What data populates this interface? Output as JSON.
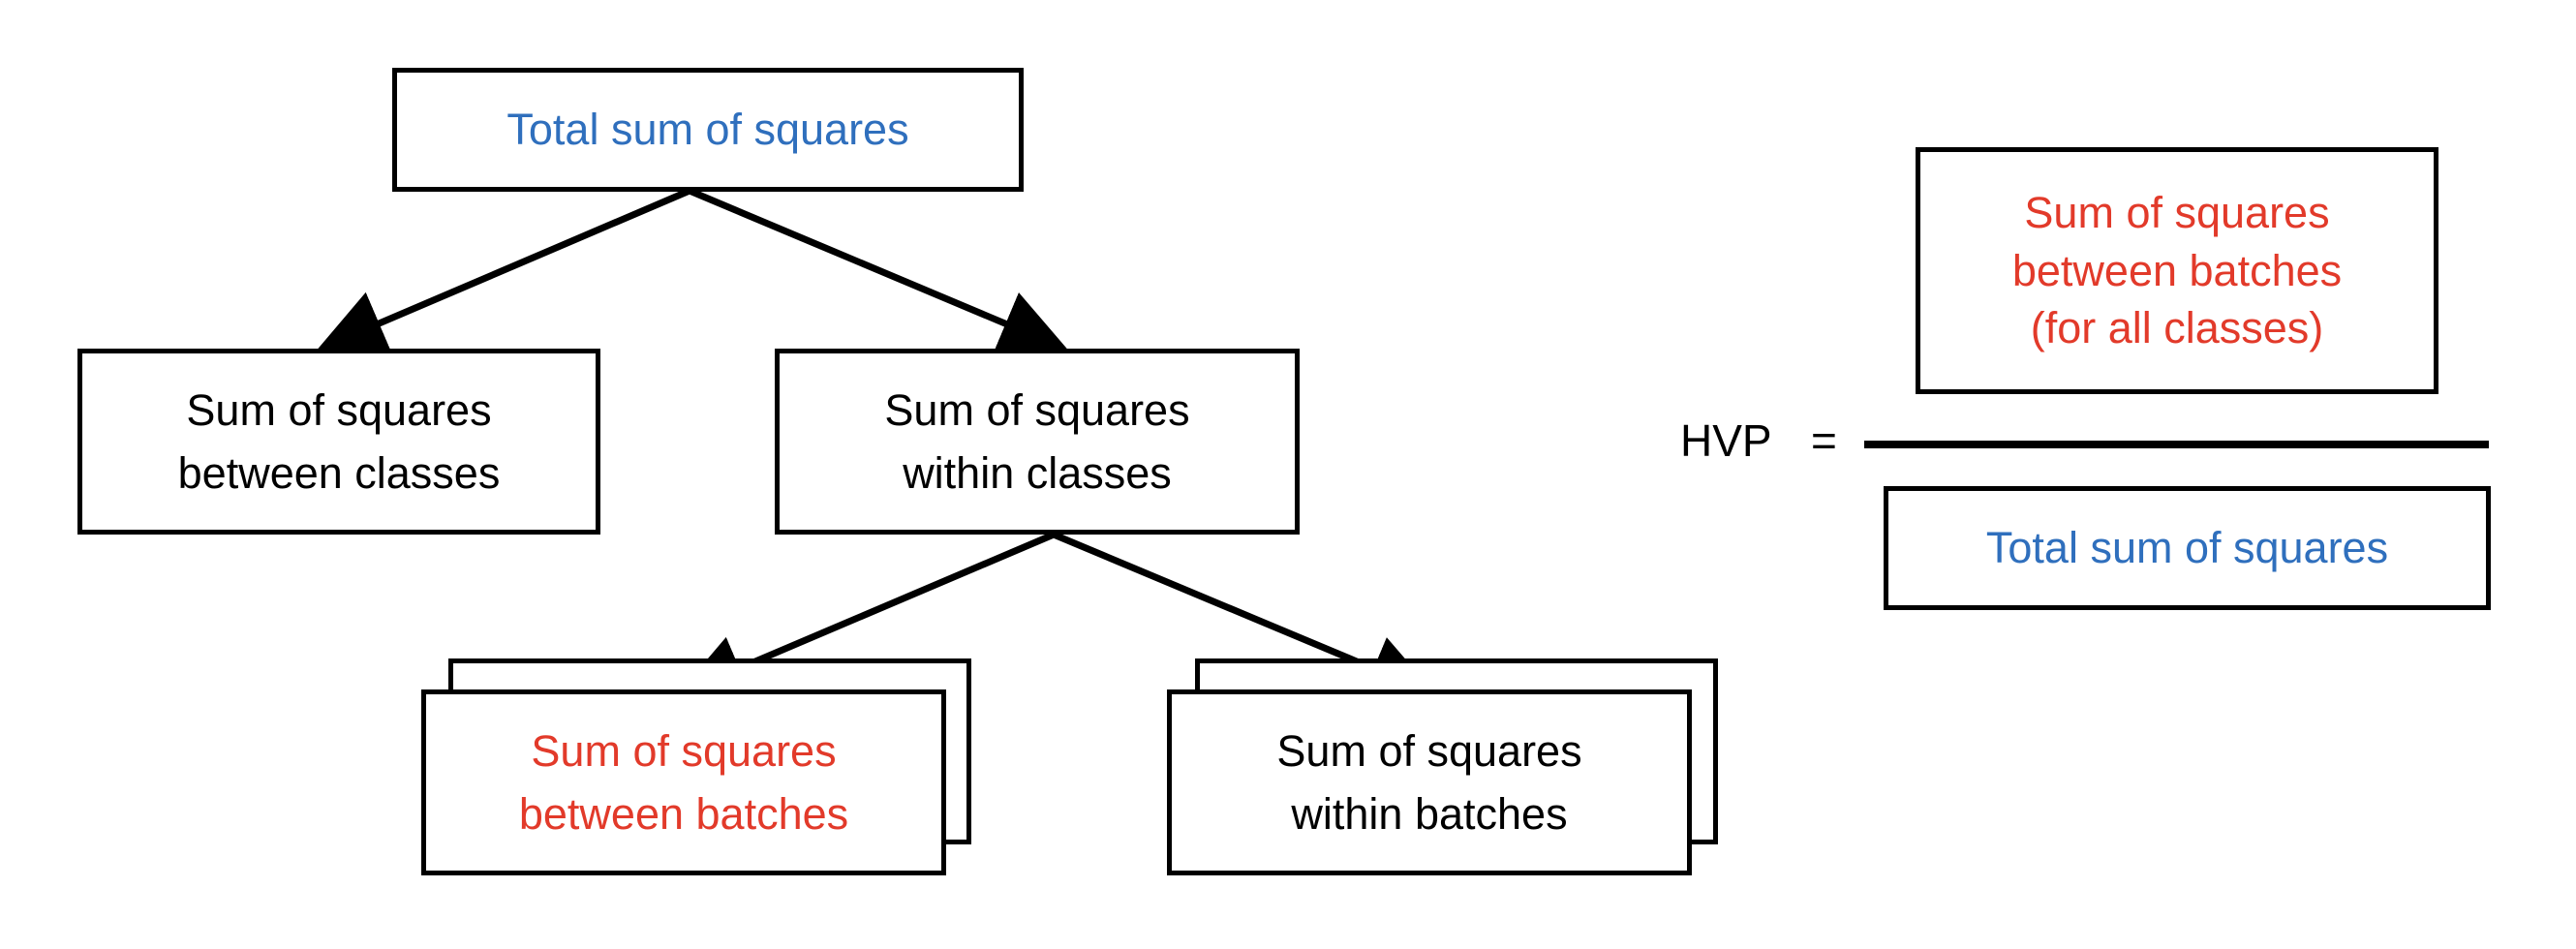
{
  "tree": {
    "total": {
      "lines": [
        "Total sum of squares"
      ],
      "color": "#2f6fbd"
    },
    "between_classes": {
      "lines": [
        "Sum of squares",
        "between classes"
      ],
      "color": "#000000"
    },
    "within_classes": {
      "lines": [
        "Sum of squares",
        "within classes"
      ],
      "color": "#000000"
    },
    "between_batches": {
      "lines": [
        "Sum of squares",
        "between batches"
      ],
      "color": "#e23a2a"
    },
    "within_batches": {
      "lines": [
        "Sum of squares",
        "within batches"
      ],
      "color": "#000000"
    }
  },
  "formula": {
    "lhs": "HVP",
    "equals": "=",
    "numerator": {
      "lines": [
        "Sum of squares",
        "between batches",
        "(for all classes)"
      ],
      "color": "#e23a2a"
    },
    "denominator": {
      "lines": [
        "Total sum of squares"
      ],
      "color": "#2f6fbd"
    }
  }
}
